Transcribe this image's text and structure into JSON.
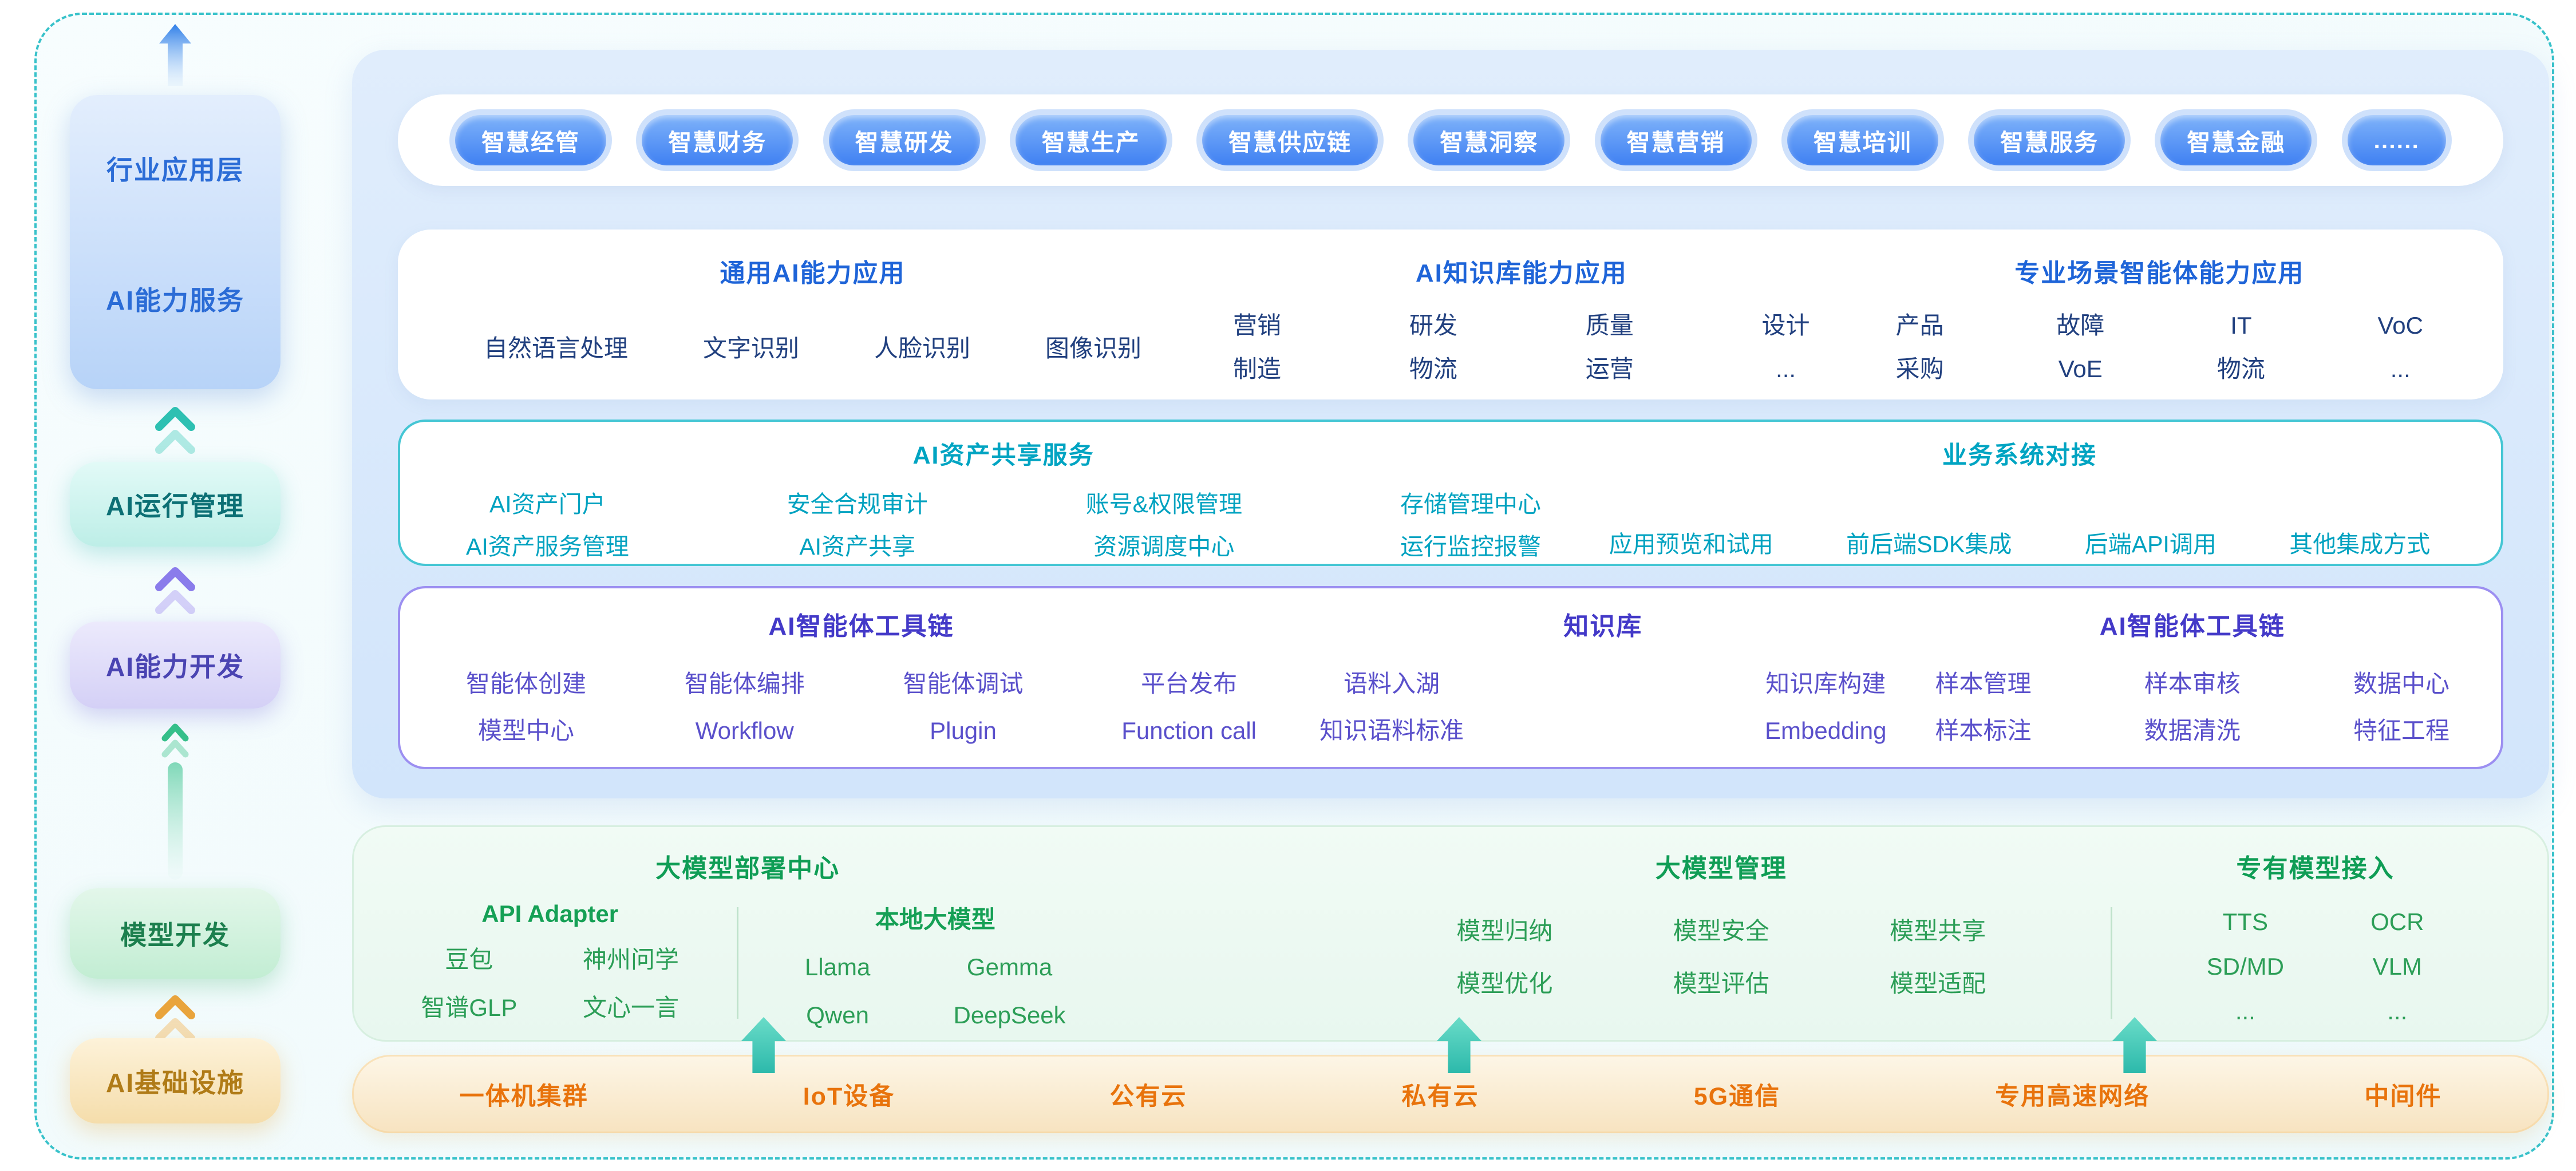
{
  "sidebar": {
    "layer1_top": "行业应用层",
    "layer1_bottom": "AI能力服务",
    "layer2": "AI运行管理",
    "layer3": "AI能力开发",
    "layer4": "模型开发",
    "layer5": "AI基础设施"
  },
  "pills": [
    "智慧经管",
    "智慧财务",
    "智慧研发",
    "智慧生产",
    "智慧供应链",
    "智慧洞察",
    "智慧营销",
    "智慧培训",
    "智慧服务",
    "智慧金融",
    "......"
  ],
  "capabilities": {
    "general": {
      "title": "通用AI能力应用",
      "items": [
        "自然语言处理",
        "文字识别",
        "人脸识别",
        "图像识别"
      ]
    },
    "knowledge": {
      "title": "AI知识库能力应用",
      "cols": [
        {
          "top": "营销",
          "bottom": "制造"
        },
        {
          "top": "研发",
          "bottom": "物流"
        },
        {
          "top": "质量",
          "bottom": "运营"
        },
        {
          "top": "设计",
          "bottom": "..."
        }
      ]
    },
    "scenario": {
      "title": "专业场景智能体能力应用",
      "cols": [
        {
          "top": "产品",
          "bottom": "采购"
        },
        {
          "top": "故障",
          "bottom": "VoE"
        },
        {
          "top": "IT",
          "bottom": "物流"
        },
        {
          "top": "VoC",
          "bottom": "..."
        }
      ]
    }
  },
  "asset_share": {
    "title": "AI资产共享服务",
    "cols": [
      {
        "top": "AI资产门户",
        "bottom": "AI资产服务管理"
      },
      {
        "top": "安全合规审计",
        "bottom": "AI资产共享"
      },
      {
        "top": "账号&权限管理",
        "bottom": "资源调度中心"
      },
      {
        "top": "存储管理中心",
        "bottom": "运行监控报警"
      }
    ]
  },
  "biz_integration": {
    "title": "业务系统对接",
    "items": [
      "应用预览和试用",
      "前后端SDK集成",
      "后端API调用",
      "其他集成方式"
    ]
  },
  "agent_toolchain": {
    "title": "AI智能体工具链",
    "cols": [
      {
        "top": "智能体创建",
        "bottom": "模型中心"
      },
      {
        "top": "智能体编排",
        "bottom": "Workflow"
      },
      {
        "top": "智能体调试",
        "bottom": "Plugin"
      },
      {
        "top": "平台发布",
        "bottom": "Function call"
      }
    ]
  },
  "knowledge_base": {
    "title": "知识库",
    "cols": [
      {
        "top": "语料入湖",
        "bottom": "知识语料标准"
      },
      {
        "top": "知识库构建",
        "bottom": "Embedding"
      }
    ]
  },
  "data_toolchain": {
    "title": "AI智能体工具链",
    "cols": [
      {
        "top": "样本管理",
        "bottom": "样本标注"
      },
      {
        "top": "样本审核",
        "bottom": "数据清洗"
      },
      {
        "top": "数据中心",
        "bottom": "特征工程"
      }
    ]
  },
  "model_deploy": {
    "title": "大模型部署中心",
    "api_adapter": {
      "title": "API Adapter",
      "rows": [
        [
          "豆包",
          "神州问学"
        ],
        [
          "智谱GLP",
          "文心一言"
        ]
      ]
    },
    "local_models": {
      "title": "本地大模型",
      "rows": [
        [
          "Llama",
          "Gemma"
        ],
        [
          "Qwen",
          "DeepSeek"
        ]
      ]
    }
  },
  "model_mgmt": {
    "title": "大模型管理",
    "cols": [
      {
        "top": "模型归纳",
        "bottom": "模型优化"
      },
      {
        "top": "模型安全",
        "bottom": "模型评估"
      },
      {
        "top": "模型共享",
        "bottom": "模型适配"
      }
    ]
  },
  "dedicated_models": {
    "title": "专有模型接入",
    "cols": [
      {
        "rows": [
          "TTS",
          "SD/MD",
          "..."
        ]
      },
      {
        "rows": [
          "OCR",
          "VLM",
          "..."
        ]
      }
    ]
  },
  "infrastructure": {
    "items": [
      "一体机集群",
      "IoT设备",
      "公有云",
      "私有云",
      "5G通信",
      "专用高速网络",
      "中间件"
    ]
  },
  "colors": {
    "frame_border": "#38c2ca",
    "pill_blue": "#3f80f2",
    "header_blue": "#1e64d8",
    "teal_accent": "#00a4c2",
    "purple_accent": "#5a50cb",
    "green_accent": "#0f9d55",
    "orange_accent": "#e8730c"
  }
}
